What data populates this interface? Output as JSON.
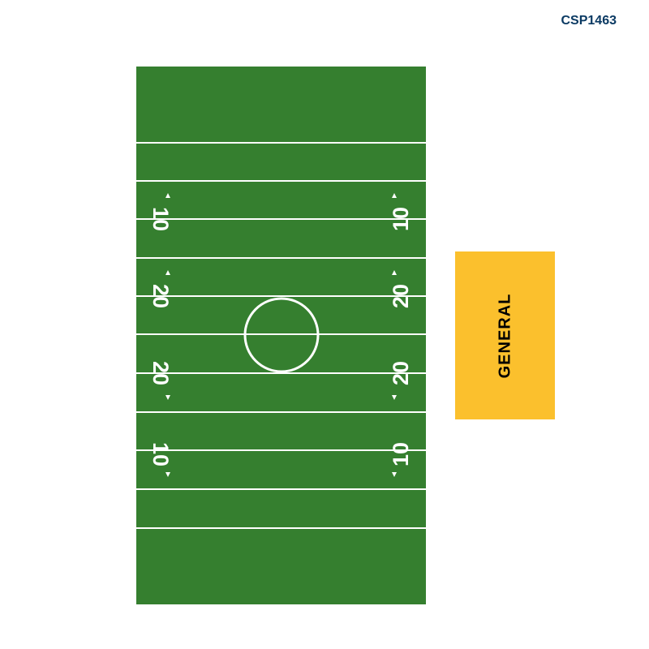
{
  "venue_code": "CSP1463",
  "colors": {
    "field": "#357f2f",
    "lines": "#ffffff",
    "section": "#fbc02d",
    "code_text": "#0b3a63"
  },
  "field": {
    "yard_labels": [
      "10",
      "20",
      "20",
      "10"
    ]
  },
  "sections": [
    {
      "label": "GENERAL"
    }
  ]
}
